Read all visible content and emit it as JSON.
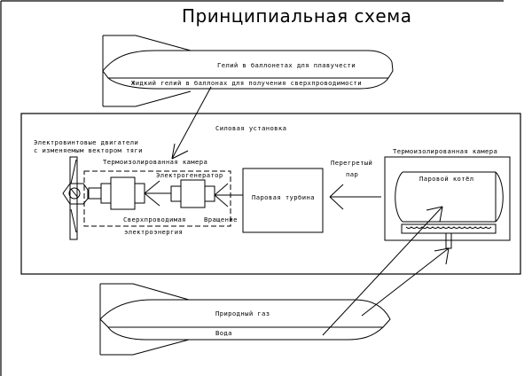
{
  "title": "Принципиальная схема",
  "airship_top": {
    "upper_label": "Гелий в баллонетах для плавучести",
    "lower_label": "Жидкий гелий в баллонах для получения сверхпроводимости"
  },
  "power_plant": {
    "label": "Силовая установка",
    "propeller_label_line1": "Электровинтовые двигатели",
    "propeller_label_line2": "с изменяемым вектором тяги",
    "cold_chamber_label": "Термоизолированная камера",
    "generator_label": "Электрогенератор",
    "superconducting_label": "Сверхпроводимая",
    "electricity_label": "электроэнергия",
    "rotation_label": "Вращение",
    "turbine_label": "Паровая турбина",
    "steam_label_line1": "Перегретый",
    "steam_label_line2": "пар",
    "hot_chamber_label": "Термоизолированная камера",
    "boiler_label": "Паровой котёл"
  },
  "airship_bottom": {
    "upper_label": "Природный газ",
    "lower_label": "Вода"
  },
  "colors": {
    "line": "#000000",
    "background": "#ffffff"
  }
}
